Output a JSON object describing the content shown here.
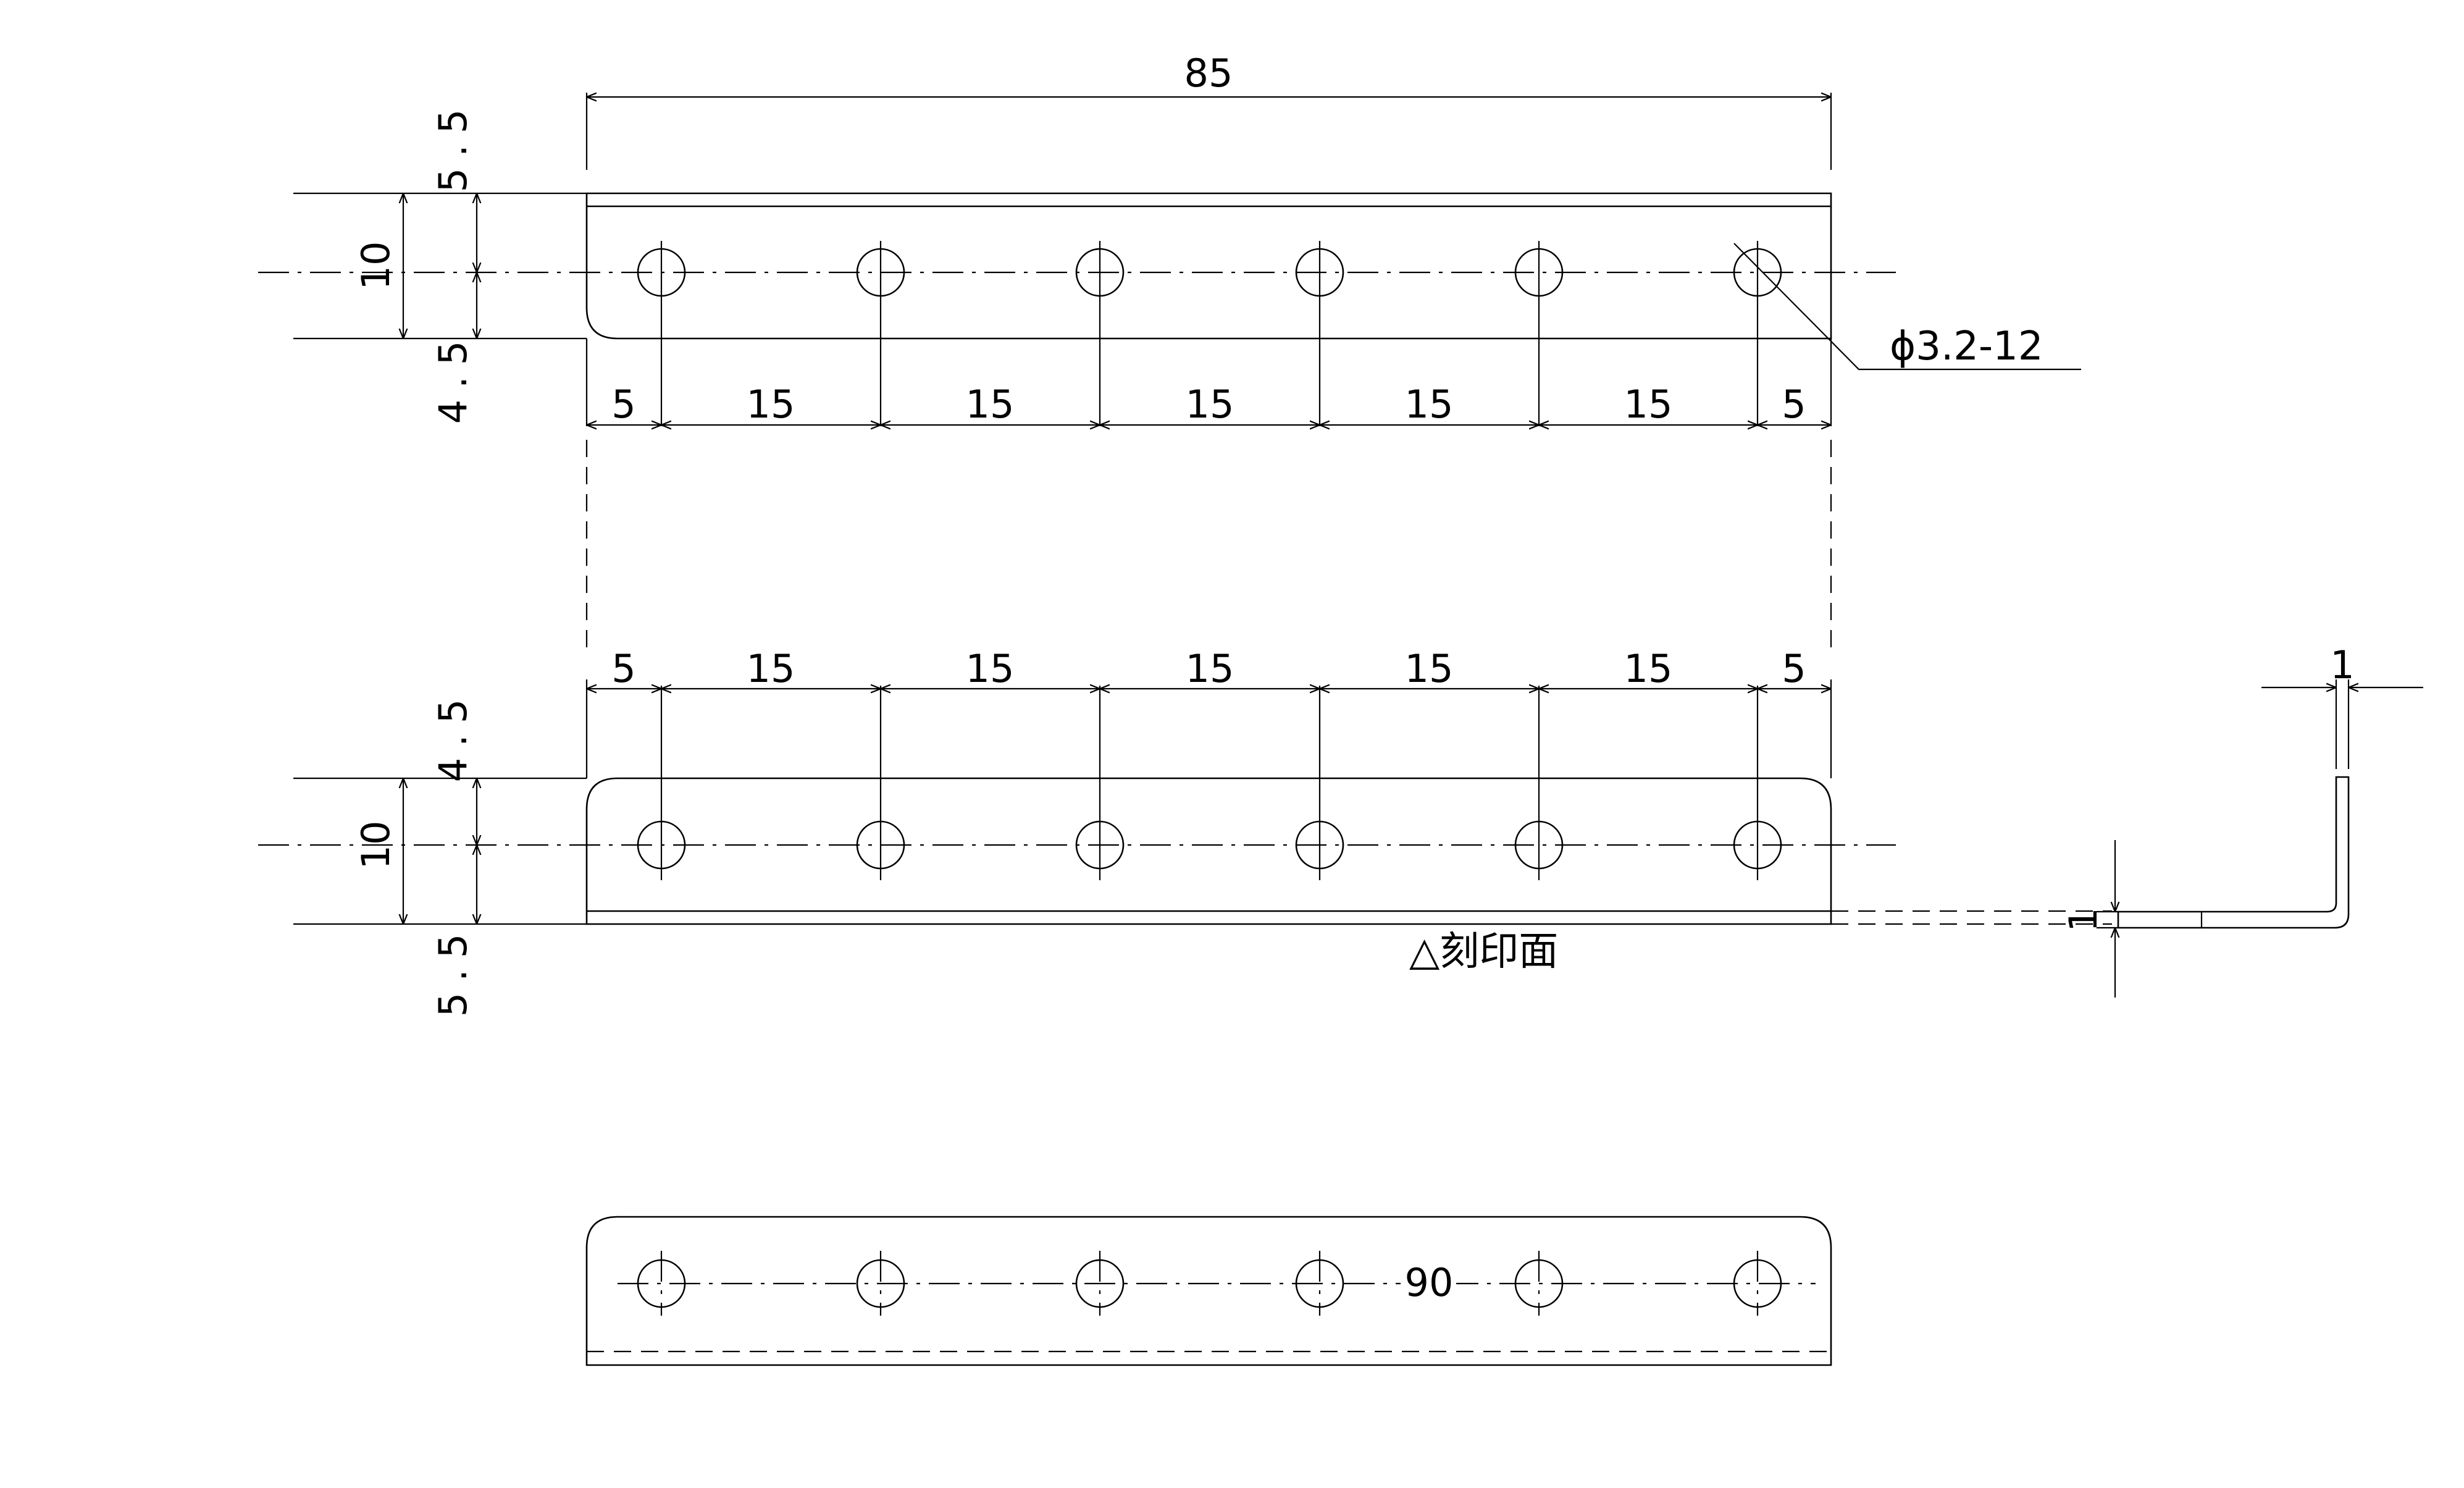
{
  "top_view": {
    "overall_length": "85",
    "height_total": "10",
    "height_top": "5.5",
    "height_bottom": "4.5",
    "spacing": [
      "5",
      "15",
      "15",
      "15",
      "15",
      "15",
      "5"
    ],
    "hole_callout": "ϕ3.2-12"
  },
  "middle_view": {
    "height_total": "10",
    "height_top": "4.5",
    "height_bottom": "5.5",
    "spacing": [
      "5",
      "15",
      "15",
      "15",
      "15",
      "15",
      "5"
    ],
    "stamp_note": "△刻印面"
  },
  "side_view": {
    "thickness_top": "1",
    "thickness_bottom": "1"
  },
  "bottom_view": {
    "length_label": "90"
  }
}
